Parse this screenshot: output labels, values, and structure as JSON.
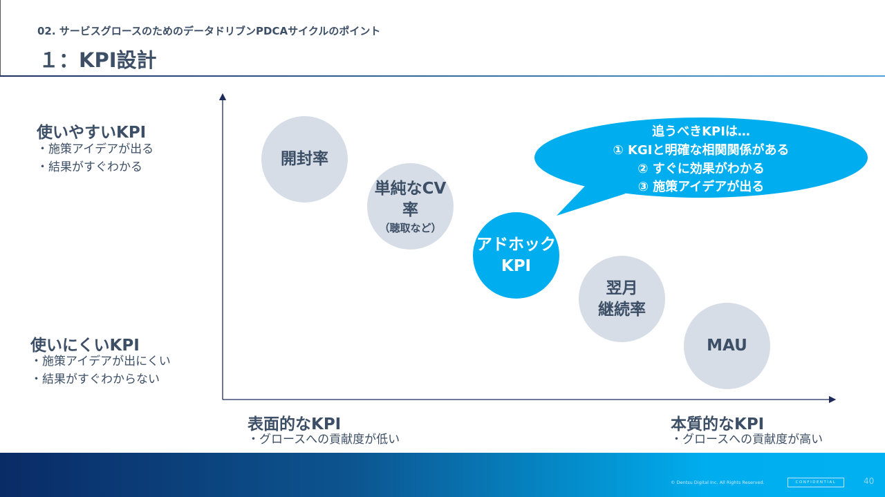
{
  "header": {
    "subtitle": "02. サービスグロースのためのデータドリブンPDCAサイクルのポイント",
    "title": "１：KPI設計"
  },
  "y_axis": {
    "top": {
      "heading": "使いやすいKPI",
      "points": [
        "・施策アイデアが出る",
        "・結果がすぐわかる"
      ]
    },
    "bottom": {
      "heading": "使いにくいKPI",
      "points": [
        "・施策アイデアが出にくい",
        "・結果がすぐわからない"
      ]
    }
  },
  "x_axis": {
    "left": {
      "heading": "表面的なKPI",
      "points": [
        "・グロースへの貢献度が低い"
      ]
    },
    "right": {
      "heading": "本質的なKPI",
      "points": [
        "・グロースへの貢献度が高い"
      ]
    }
  },
  "kpis": [
    {
      "label": "開封率"
    },
    {
      "label": "単純なCV率",
      "sub": "（聴取など）"
    },
    {
      "label": "アドホック",
      "label2": "KPI",
      "highlight": true
    },
    {
      "label": "翌月",
      "label2": "継続率"
    },
    {
      "label": "MAU"
    }
  ],
  "callout": {
    "lines": [
      "追うべきKPIは…",
      "① KGIと明確な相関関係がある",
      "② すぐに効果がわかる",
      "③ 施策アイデアが出る"
    ]
  },
  "footer": {
    "copyright": "© Dentsu Digital Inc. All Rights Reserved.",
    "confidential": "CONFIDENTIAL",
    "page": "40"
  },
  "colors": {
    "accent": "#00aeef",
    "circle": "#d6dde6",
    "text": "#3d4f66"
  }
}
